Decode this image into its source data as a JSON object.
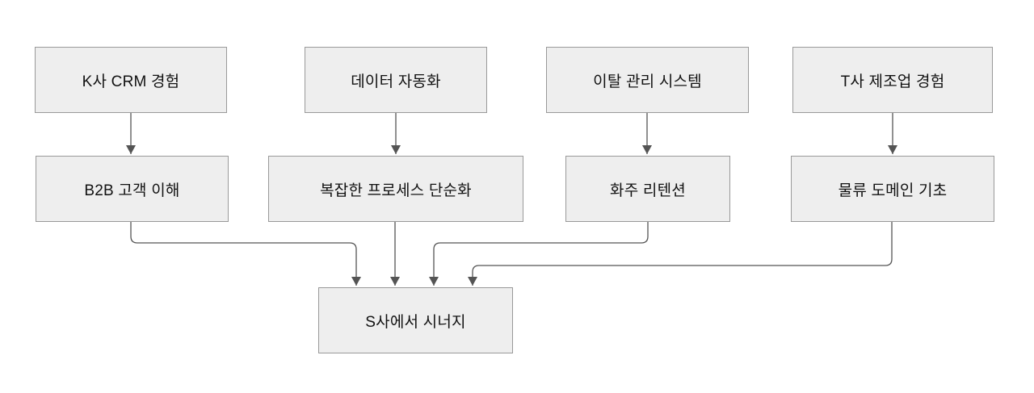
{
  "diagram": {
    "type": "flowchart",
    "background": "#ffffff",
    "node_fill": "#eeeeee",
    "node_border": "#999999",
    "connector_color": "#545454",
    "text_color": "#111111"
  },
  "nodes": {
    "row1": [
      {
        "id": "k-crm-experience",
        "label": "K사 CRM 경험"
      },
      {
        "id": "data-automation",
        "label": "데이터 자동화"
      },
      {
        "id": "churn-management-system",
        "label": "이탈 관리 시스템"
      },
      {
        "id": "t-manufacturing-experience",
        "label": "T사 제조업 경험"
      }
    ],
    "row2": [
      {
        "id": "b2b-customer-understanding",
        "label": "B2B 고객 이해"
      },
      {
        "id": "complex-process-simplification",
        "label": "복잡한 프로세스 단순화"
      },
      {
        "id": "shipper-retention",
        "label": "화주 리텐션"
      },
      {
        "id": "logistics-domain-basics",
        "label": "물류 도메인 기초"
      }
    ],
    "result": {
      "id": "s-synergy",
      "label": "S사에서 시너지"
    }
  },
  "edges": [
    {
      "from": "k-crm-experience",
      "to": "b2b-customer-understanding"
    },
    {
      "from": "data-automation",
      "to": "complex-process-simplification"
    },
    {
      "from": "churn-management-system",
      "to": "shipper-retention"
    },
    {
      "from": "t-manufacturing-experience",
      "to": "logistics-domain-basics"
    },
    {
      "from": "b2b-customer-understanding",
      "to": "s-synergy"
    },
    {
      "from": "complex-process-simplification",
      "to": "s-synergy"
    },
    {
      "from": "shipper-retention",
      "to": "s-synergy"
    },
    {
      "from": "logistics-domain-basics",
      "to": "s-synergy"
    }
  ]
}
